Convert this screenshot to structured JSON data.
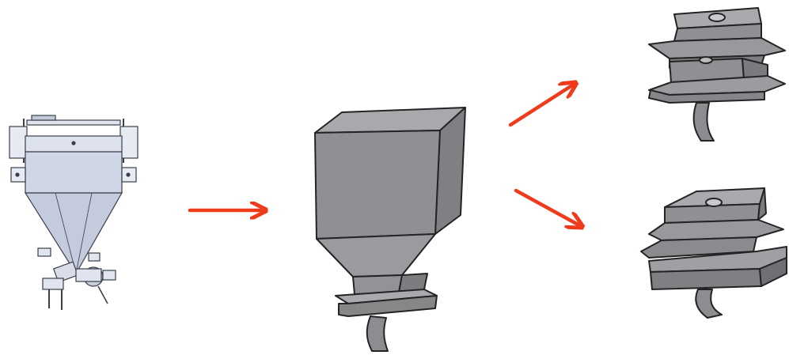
{
  "figure": {
    "panels": [
      {
        "id": "hopper-machine",
        "icon": "hopper-machine-drawing"
      },
      {
        "id": "simplified-hopper",
        "icon": "hopper-sketch"
      },
      {
        "id": "variant-a",
        "icon": "stacked-plate-variant-a"
      },
      {
        "id": "variant-b",
        "icon": "stacked-plate-variant-b"
      }
    ],
    "arrows": [
      {
        "from": "hopper-machine",
        "to": "simplified-hopper",
        "color": "#f03a1c"
      },
      {
        "from": "simplified-hopper",
        "to": "variant-a",
        "color": "#f03a1c"
      },
      {
        "from": "simplified-hopper",
        "to": "variant-b",
        "color": "#f03a1c"
      }
    ],
    "colors": {
      "arrow": "#f03a1c",
      "machine_fill": "#cfd6e6",
      "sketch_fill": "#8f9094",
      "sketch_light": "#a9aaad",
      "outline": "#2a2a2a"
    }
  }
}
